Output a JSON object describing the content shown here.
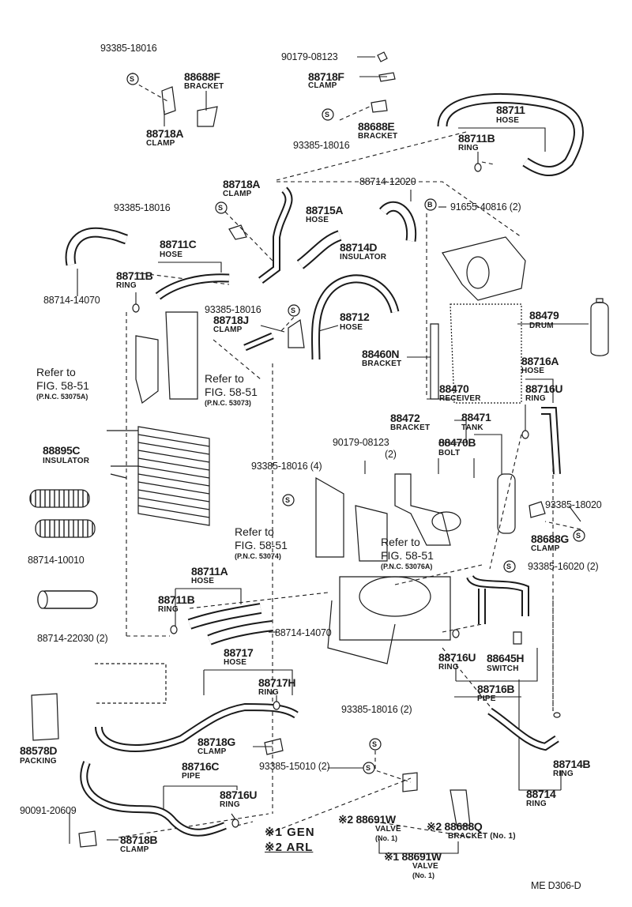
{
  "labels": {
    "p93385_18016_a": "93385-18016",
    "p88688F": "88688F",
    "p88688F_n": "BRACKET",
    "p88718A_a": "88718A",
    "p88718A_a_n": "CLAMP",
    "p90179_08123_a": "90179-08123",
    "p88718F": "88718F",
    "p88718F_n": "CLAMP",
    "p88688E": "88688E",
    "p88688E_n": "BRACKET",
    "p93385_18016_b": "93385-18016",
    "p88711": "88711",
    "p88711_n": "HOSE",
    "p88711B_a": "88711B",
    "p88711B_a_n": "RING",
    "p88718A_b": "88718A",
    "p88718A_b_n": "CLAMP",
    "p88714_12020": "88714-12020",
    "p91655_40816": "91655-40816 (2)",
    "p93385_18016_c": "93385-18016",
    "p88715A": "88715A",
    "p88715A_n": "HOSE",
    "p88711C": "88711C",
    "p88711C_n": "HOSE",
    "p88714D": "88714D",
    "p88714D_n": "INSULATOR",
    "p88711B_b": "88711B",
    "p88711B_b_n": "RING",
    "p88714_14070_a": "88714-14070",
    "p93385_18016_d": "93385-18016",
    "p88718J": "88718J",
    "p88718J_n": "CLAMP",
    "p88712": "88712",
    "p88712_n": "HOSE",
    "p88479": "88479",
    "p88479_n": "DRUM",
    "p88460N": "88460N",
    "p88460N_n": "BRACKET",
    "p88716A": "88716A",
    "p88716A_n": "HOSE",
    "ref_a_1": "Refer to",
    "ref_a_2": "FIG. 58-51",
    "ref_a_3": "(P.N.C. 53075A)",
    "ref_b_1": "Refer to",
    "ref_b_2": "FIG. 58-51",
    "ref_b_3": "(P.N.C. 53073)",
    "p88470": "88470",
    "p88470_n": "RECEIVER",
    "p88716U_a": "88716U",
    "p88716U_a_n": "RING",
    "p88472": "88472",
    "p88472_n": "BRACKET",
    "p88471": "88471",
    "p88471_n": "TANK",
    "p90179_08123_b": "90179-08123",
    "p90179_08123_b_q": "(2)",
    "p88470B": "88470B",
    "p88470B_n": "BOLT",
    "p88895C": "88895C",
    "p88895C_n": "INSULATOR",
    "p93385_18016_e": "93385-18016 (4)",
    "p93385_18020": "93385-18020",
    "p88714_10010": "88714-10010",
    "ref_c_1": "Refer to",
    "ref_c_2": "FIG. 58-51",
    "ref_c_3": "(P.N.C. 53074)",
    "ref_d_1": "Refer to",
    "ref_d_2": "FIG. 58-51",
    "ref_d_3": "(P.N.C. 53076A)",
    "p88688G": "88688G",
    "p88688G_n": "CLAMP",
    "p93385_16020": "93385-16020 (2)",
    "p88711A": "88711A",
    "p88711A_n": "HOSE",
    "p88711B_c": "88711B",
    "p88711B_c_n": "RING",
    "p88714_22030": "88714-22030 (2)",
    "p88714_14070_b": "88714-14070",
    "p88716U_b": "88716U",
    "p88716U_b_n": "RING",
    "p88645H": "88645H",
    "p88645H_n": "SWITCH",
    "p88716B": "88716B",
    "p88716B_n": "PIPE",
    "p88717": "88717",
    "p88717_n": "HOSE",
    "p88717H": "88717H",
    "p88717H_n": "RING",
    "p88578D": "88578D",
    "p88578D_n": "PACKING",
    "p88718G": "88718G",
    "p88718G_n": "CLAMP",
    "p93385_18016_f": "93385-18016 (2)",
    "p93385_15010": "93385-15010 (2)",
    "p88714B": "88714B",
    "p88714B_n": "RING",
    "p88714": "88714",
    "p88714_n": "RING",
    "p88716C": "88716C",
    "p88716C_n": "PIPE",
    "p88716U_c": "88716U",
    "p88716U_c_n": "RING",
    "p90091_20609": "90091-20609",
    "p88718B": "88718B",
    "p88718B_n": "CLAMP",
    "p88691W_a": "※2 88691W",
    "p88691W_a_n": "VALVE",
    "p88691W_a_s": "(No. 1)",
    "p88688Q": "※2 88688Q",
    "p88688Q_n": "BRACKET (No. 1)",
    "p88691W_b": "※1 88691W",
    "p88691W_b_n": "VALVE",
    "p88691W_b_s": "(No. 1)",
    "legend_1": "※1 GEN",
    "legend_2": "※2 ARL",
    "footer_code": "ME  D306-D",
    "sym_s": "S",
    "sym_b": "B"
  }
}
